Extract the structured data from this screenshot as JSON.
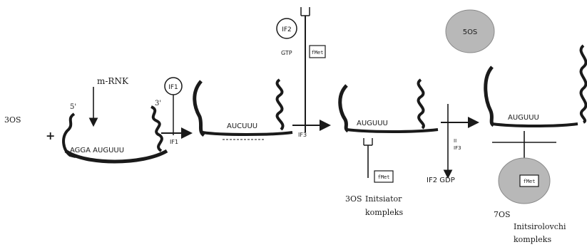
{
  "labels": {
    "left_30s": "3OS",
    "plus": "+",
    "five_prime": "5'",
    "three_prime": "3'",
    "mrna": "m-RNK",
    "seq_step1": "AGGA  AUGUUU",
    "if1": "IF1",
    "if1_lower": "IF1",
    "seq_step2": "AUCUUU",
    "if2": "IF2",
    "gtp": "GTP",
    "fmet_top": "fMet",
    "if3": "IF3",
    "seq_step3": "AUGUUU",
    "fmet_mid": "fMet",
    "complex_30s": "3OS",
    "complex_30s_name_1": "Initsiator",
    "complex_30s_name_2": "kompleks",
    "if_pair_1": "II",
    "if_pair_2": "IF3",
    "if2_gdp": "IF2  GDP",
    "top_50s": "5OS",
    "seq_step4": "AUGUUU",
    "fmet_right": "fMet",
    "complex_70s": "7OS",
    "complex_70s_name_1": "Initsirolovchi",
    "complex_70s_name_2": "kompleks"
  },
  "colors": {
    "ink": "#1a1a1a",
    "subunit_fill": "#b8b8b8"
  }
}
